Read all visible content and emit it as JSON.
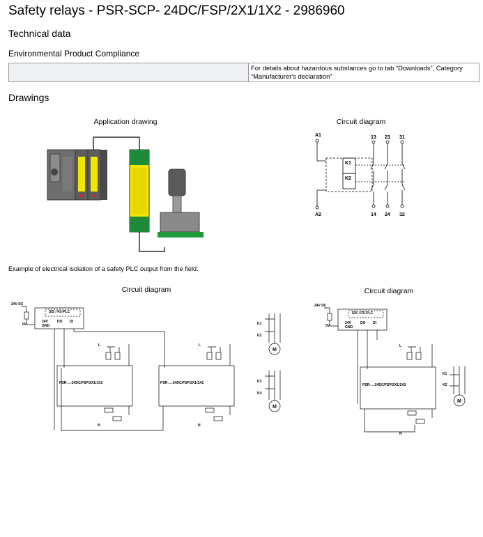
{
  "header": {
    "title": "Safety relays - PSR-SCP- 24DC/FSP/2X1/1X2 - 2986960"
  },
  "technical": {
    "heading": "Technical data",
    "env_heading": "Environmental Product Compliance",
    "env_text": "For details about hazardous substances go to tab “Downloads”, Category “Manufacturer's declaration”"
  },
  "drawings": {
    "heading": "Drawings",
    "app_caption": "Application drawing",
    "circuit_caption_1": "Circuit diagram",
    "circuit_caption_2": "Circuit diagram",
    "circuit_caption_3": "Circuit diagram",
    "note": "Example of electrical isolation of a safety PLC output from the field."
  },
  "diagram_labels": {
    "a1": "A1",
    "a2": "A2",
    "k1": "K1",
    "k2": "K2",
    "k3": "K3",
    "k4": "K4",
    "t13": "13",
    "t23": "23",
    "t31": "31",
    "t14": "14",
    "t24": "24",
    "t32": "32",
    "v24dc": "24V DC",
    "v24": "24V",
    "v0": "0V",
    "gnd": "GND",
    "do": "DO",
    "di": "DI",
    "plc": "SIS / FS-PLC",
    "psr": "PSR-...-24DC/FSP/2X1/1X2",
    "l": "L",
    "n": "N",
    "m": "M"
  },
  "colors": {
    "relay_yellow": "#f2e600",
    "terminal_green": "#1f8a3a",
    "plc_gray": "#6e6e6e",
    "pump_gray": "#5a5a5a",
    "base_green": "#1f9a3a"
  }
}
